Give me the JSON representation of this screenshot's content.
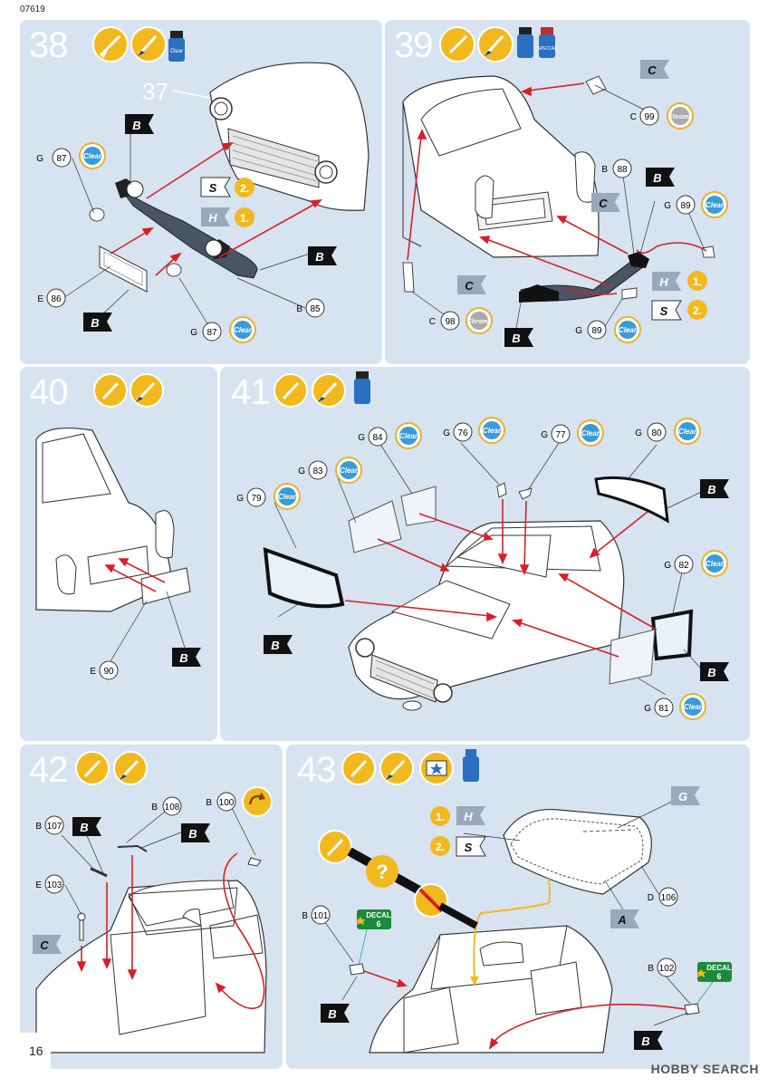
{
  "doc": {
    "code": "07619",
    "page_number": "16"
  },
  "watermark": {
    "brand": "HOBBY",
    "brand2": "SEARCH"
  },
  "paint_labels": {
    "clear": "Clear",
    "chrome": "Chrome",
    "decal": "DECAL",
    "decal_num": "6"
  },
  "step38": {
    "number": "38",
    "ref": "37",
    "sprues": [
      "B",
      "S",
      "H",
      "B",
      "B"
    ],
    "order": [
      "2.",
      "1."
    ],
    "parts": [
      {
        "letter": "G",
        "num": "87"
      },
      {
        "letter": "E",
        "num": "86"
      },
      {
        "letter": "B",
        "num": "85"
      },
      {
        "letter": "G",
        "num": "87"
      }
    ]
  },
  "step39": {
    "number": "39",
    "sprues": [
      "C",
      "B",
      "C",
      "C",
      "H",
      "S",
      "B"
    ],
    "order": [
      "1.",
      "2."
    ],
    "parts": [
      {
        "letter": "C",
        "num": "99"
      },
      {
        "letter": "B",
        "num": "88"
      },
      {
        "letter": "G",
        "num": "89"
      },
      {
        "letter": "C",
        "num": "98"
      },
      {
        "letter": "G",
        "num": "89"
      }
    ],
    "bottle_label": "SPECIAL"
  },
  "step40": {
    "number": "40",
    "sprues": [
      "B"
    ],
    "parts": [
      {
        "letter": "E",
        "num": "90"
      }
    ]
  },
  "step41": {
    "number": "41",
    "sprues": [
      "B",
      "B",
      "B"
    ],
    "parts": [
      {
        "letter": "G",
        "num": "84"
      },
      {
        "letter": "G",
        "num": "76"
      },
      {
        "letter": "G",
        "num": "77"
      },
      {
        "letter": "G",
        "num": "80"
      },
      {
        "letter": "G",
        "num": "83"
      },
      {
        "letter": "G",
        "num": "79"
      },
      {
        "letter": "G",
        "num": "82"
      },
      {
        "letter": "G",
        "num": "81"
      }
    ]
  },
  "step42": {
    "number": "42",
    "sprues": [
      "B",
      "B",
      "C"
    ],
    "parts": [
      {
        "letter": "B",
        "num": "108"
      },
      {
        "letter": "B",
        "num": "100"
      },
      {
        "letter": "B",
        "num": "107"
      },
      {
        "letter": "E",
        "num": "103"
      }
    ]
  },
  "step43": {
    "number": "43",
    "sprues": [
      "G",
      "H",
      "S",
      "A",
      "B",
      "B"
    ],
    "order": [
      "1.",
      "2."
    ],
    "question": "?",
    "parts": [
      {
        "letter": "D",
        "num": "106"
      },
      {
        "letter": "B",
        "num": "101"
      },
      {
        "letter": "B",
        "num": "102"
      }
    ]
  }
}
